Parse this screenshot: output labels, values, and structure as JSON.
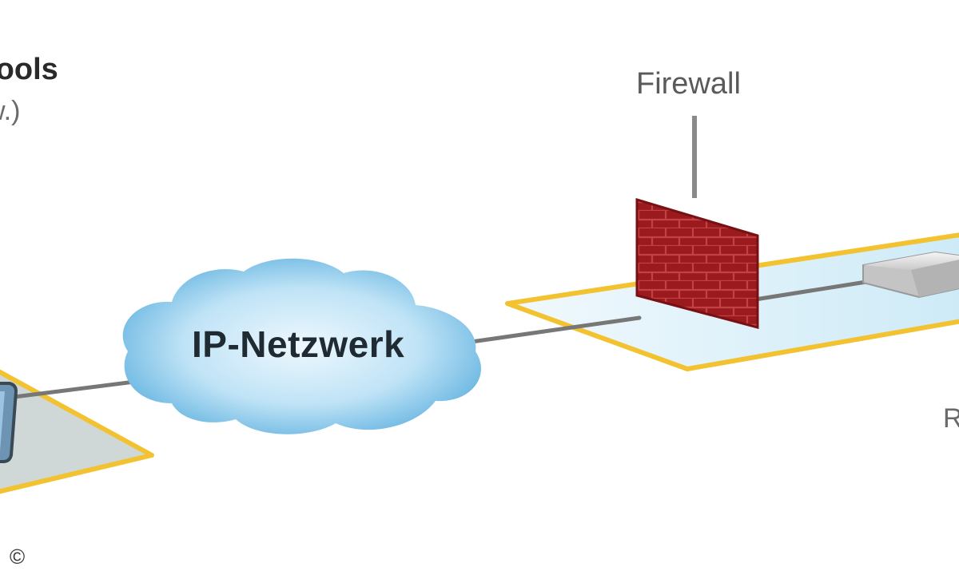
{
  "labels": {
    "tools_title": "tools",
    "tools_subtitle": "w.)",
    "firewall": "Firewall",
    "cloud": "IP-Netzwerk",
    "edge_right": "R",
    "copyright": "©"
  },
  "colors": {
    "zone_border": "#f2c230",
    "zone_fill_left": "#cfd8d6",
    "zone_fill_right": "#e6f4fb",
    "cloud_center": "#e9f6fd",
    "cloud_edge": "#5aaede",
    "firewall_brick": "#a51c1f",
    "cable": "#777777",
    "router": "#d4d4d4"
  },
  "icons": {
    "left_device": "laptop-icon",
    "firewall": "brick-wall-icon",
    "right_device": "router-icon",
    "cloud": "cloud-icon"
  }
}
